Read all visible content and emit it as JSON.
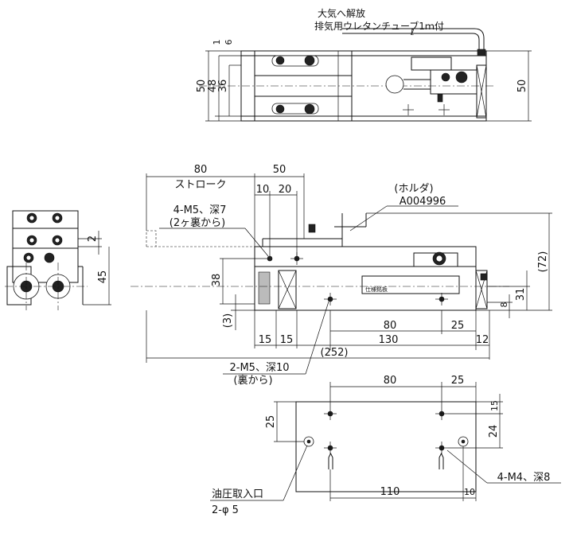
{
  "top_view": {
    "note_line1": "大気へ解放",
    "note_line2": "排気用ウレタンチューブ1ｍ付",
    "dim_1": "1",
    "dim_6": "6",
    "dim_50_left": "50",
    "dim_48": "48",
    "dim_36": "36",
    "dim_50_right": "50"
  },
  "front_view": {
    "dim_80_top": "80",
    "stroke_label": "ストローク",
    "dim_50_top": "50",
    "dim_10": "10",
    "dim_20": "20",
    "holder_label": "(ホルダ)",
    "holder_code": "A004996",
    "tap_note_1": "4-M5、深7",
    "tap_note_1b": "(2ヶ裏から)",
    "dim_72": "(72)",
    "dim_38": "38",
    "dim_3": "(3)",
    "dim_31": "31",
    "dim_8": "8",
    "plate_text": "仕様銘板",
    "dim_15a": "15",
    "dim_15b": "15",
    "dim_80_bottom": "80",
    "dim_25": "25",
    "dim_130": "130",
    "dim_12": "12",
    "dim_252": "(252)",
    "tap_note_2": "2-M5、深10",
    "tap_note_2b": "(裏から)"
  },
  "side_view": {
    "dim_2": "2",
    "dim_45": "45"
  },
  "bottom_view": {
    "dim_80": "80",
    "dim_25_top": "25",
    "dim_15": "15",
    "dim_25_left": "25",
    "dim_24": "24",
    "tap_note": "4-M4、深8",
    "port_label": "油圧取入口",
    "port_spec": "2-φ 5",
    "dim_110": "110",
    "dim_10": "10"
  }
}
